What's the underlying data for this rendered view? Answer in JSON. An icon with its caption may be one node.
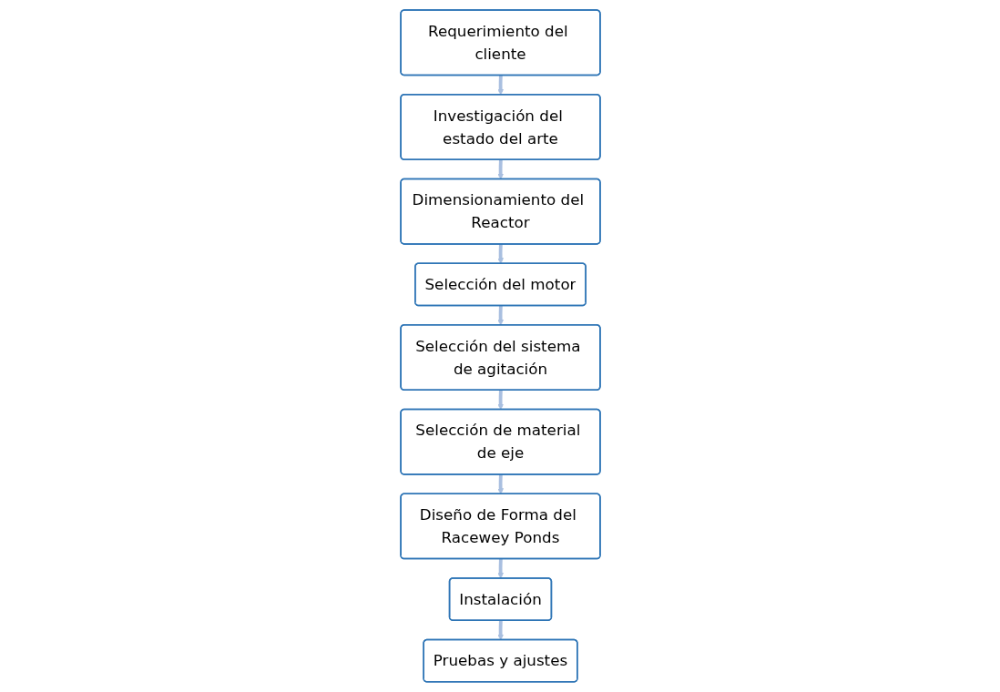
{
  "diagram": {
    "nodes": [
      {
        "text": [
          "Requerimiento del cliente"
        ]
      },
      {
        "text": [
          "Investigación del estado del arte"
        ]
      },
      {
        "text": [
          "Dimensionamiento del Reactor"
        ]
      },
      {
        "text": [
          "Selección del motor"
        ]
      },
      {
        "text": [
          "Selección del sistema de agitación"
        ]
      },
      {
        "text": [
          "Selección de material de eje"
        ]
      },
      {
        "text": [
          "Diseño de Forma del Racewey Ponds"
        ]
      },
      {
        "text": [
          "Instalación"
        ]
      },
      {
        "text": [
          "Pruebas y ajustes"
        ]
      }
    ],
    "edges": [
      {
        "from": 0,
        "to": 1,
        "arrow": "to"
      },
      {
        "from": 1,
        "to": 2,
        "arrow": "to"
      },
      {
        "from": 2,
        "to": 3,
        "arrow": "to"
      },
      {
        "from": 3,
        "to": 4,
        "arrow": "to"
      },
      {
        "from": 4,
        "to": 5,
        "arrow": "to"
      },
      {
        "from": 5,
        "to": 6,
        "arrow": "to"
      },
      {
        "from": 6,
        "to": 7,
        "arrow": "to"
      },
      {
        "from": 7,
        "to": 8,
        "arrow": "to"
      }
    ]
  }
}
